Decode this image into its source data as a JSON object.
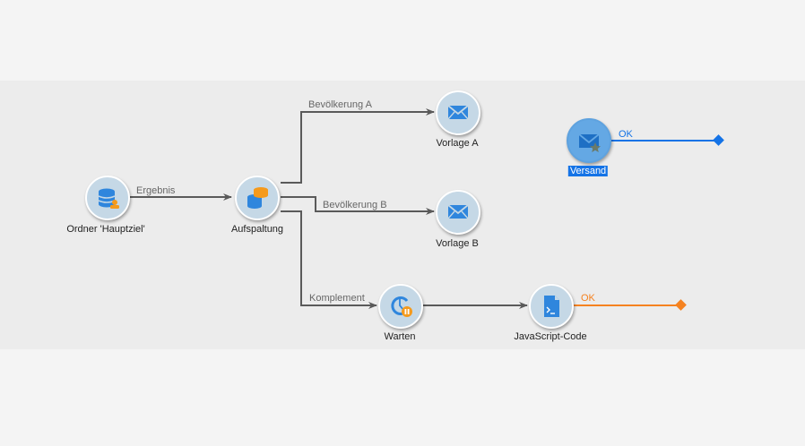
{
  "workflow": {
    "nodes": {
      "ordner": {
        "label": "Ordner 'Hauptziel'",
        "icon": "database-user-icon"
      },
      "aufspaltung": {
        "label": "Aufspaltung",
        "icon": "split-database-icon"
      },
      "vorlage_a": {
        "label": "Vorlage A",
        "icon": "envelope-icon"
      },
      "vorlage_b": {
        "label": "Vorlage B",
        "icon": "envelope-icon"
      },
      "warten": {
        "label": "Warten",
        "icon": "clock-pause-icon"
      },
      "javascript": {
        "label": "JavaScript-Code",
        "icon": "script-file-icon"
      },
      "versand": {
        "label": "Versand",
        "icon": "envelope-star-icon",
        "selected": true
      }
    },
    "transitions": {
      "ergebnis": "Ergebnis",
      "bevoelkerung_a": "Bevölkerung A",
      "bevoelkerung_b": "Bevölkerung B",
      "komplement": "Komplement",
      "js_ok": "OK",
      "versand_ok": "OK"
    },
    "colors": {
      "canvas": "#ececec",
      "background": "#f4f4f4",
      "node_fill": "#c5d8e6",
      "icon_blue": "#2f86dd",
      "icon_orange": "#f59a1c",
      "selected_blue": "#1473e6",
      "transition_gray": "#5a5a5a",
      "ok_orange": "#f58220"
    }
  }
}
